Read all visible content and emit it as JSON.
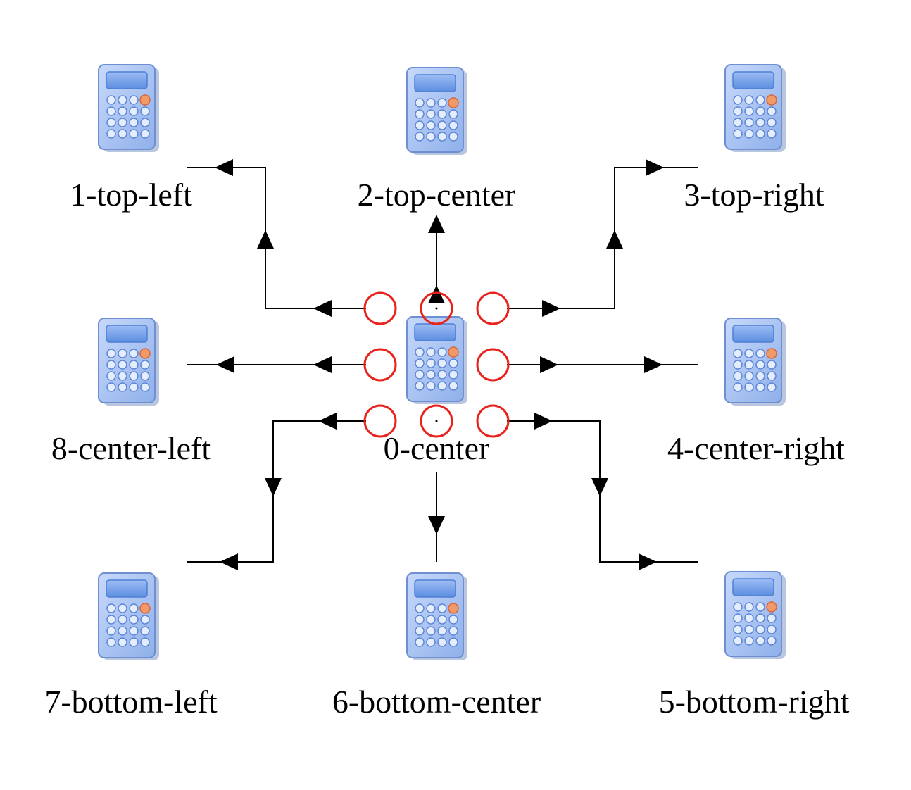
{
  "nodes": [
    {
      "id": "n0",
      "label": "0-center",
      "icon": "calculator-icon"
    },
    {
      "id": "n1",
      "label": "1-top-left",
      "icon": "calculator-icon"
    },
    {
      "id": "n2",
      "label": "2-top-center",
      "icon": "calculator-icon"
    },
    {
      "id": "n3",
      "label": "3-top-right",
      "icon": "calculator-icon"
    },
    {
      "id": "n4",
      "label": "4-center-right",
      "icon": "calculator-icon"
    },
    {
      "id": "n5",
      "label": "5-bottom-right",
      "icon": "calculator-icon"
    },
    {
      "id": "n6",
      "label": "6-bottom-center",
      "icon": "calculator-icon"
    },
    {
      "id": "n7",
      "label": "7-bottom-left",
      "icon": "calculator-icon"
    },
    {
      "id": "n8",
      "label": "8-center-left",
      "icon": "calculator-icon"
    }
  ],
  "edges": [
    {
      "from": "n0",
      "to": "n1"
    },
    {
      "from": "n0",
      "to": "n2"
    },
    {
      "from": "n0",
      "to": "n3"
    },
    {
      "from": "n0",
      "to": "n4"
    },
    {
      "from": "n0",
      "to": "n5"
    },
    {
      "from": "n0",
      "to": "n6"
    },
    {
      "from": "n0",
      "to": "n7"
    },
    {
      "from": "n0",
      "to": "n8"
    }
  ],
  "colors": {
    "line": "#000000",
    "port_circle": "#e8231d",
    "icon_body": "#a9c3f0",
    "icon_screen": "#6f9be6",
    "icon_key": "#dfe9fb",
    "icon_accent": "#f08c5a"
  }
}
